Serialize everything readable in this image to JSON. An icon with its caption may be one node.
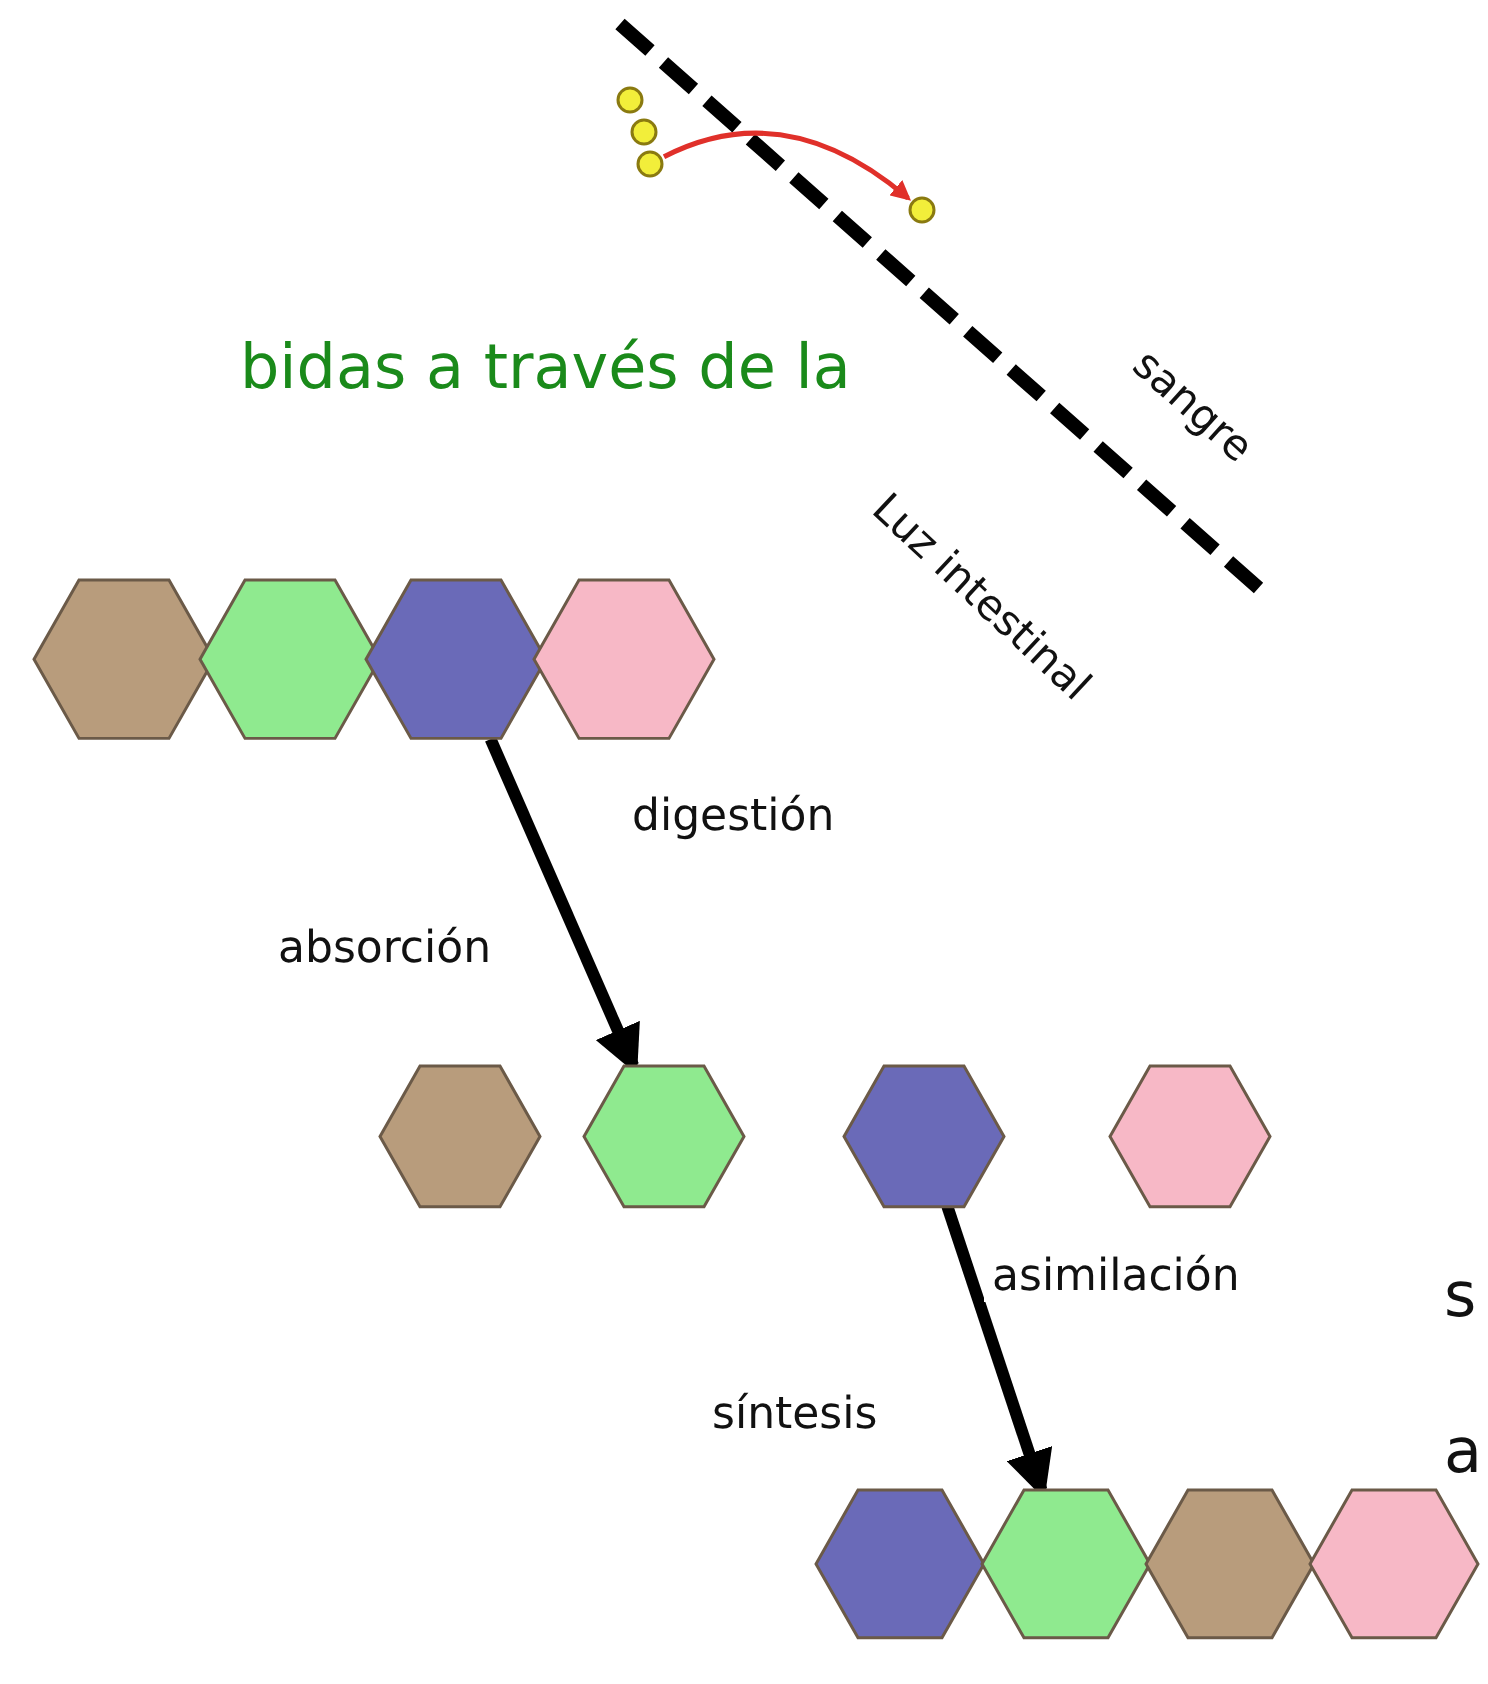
{
  "diagram": {
    "nodes": [
      {
        "text": [],
        "shape": "circle"
      },
      {
        "text": [],
        "shape": "circle"
      },
      {
        "text": [],
        "shape": "circle"
      },
      {
        "text": [],
        "shape": "circle"
      },
      {
        "text": [],
        "shape": "hexagon"
      },
      {
        "text": [],
        "shape": "hexagon"
      },
      {
        "text": [],
        "shape": "hexagon"
      },
      {
        "text": [],
        "shape": "hexagon"
      },
      {
        "text": [],
        "shape": "hexagon"
      },
      {
        "text": [],
        "shape": "hexagon"
      },
      {
        "text": [],
        "shape": "hexagon"
      },
      {
        "text": [],
        "shape": "hexagon"
      },
      {
        "text": [],
        "shape": "hexagon"
      },
      {
        "text": [],
        "shape": "hexagon"
      },
      {
        "text": [],
        "shape": "hexagon"
      },
      {
        "text": [],
        "shape": "hexagon"
      }
    ],
    "edges": [
      {
        "from": 2,
        "to": 3,
        "arrow": "to",
        "color": "#e0302a"
      },
      {
        "from": 6,
        "to": 9,
        "arrow": "to"
      },
      {
        "from": 10,
        "to": 13,
        "arrow": "to"
      }
    ],
    "labels": [
      "bidas a través de la",
      "sangre",
      "Luz intestinal",
      "digestión",
      "absorción",
      "asimilación",
      "s",
      "síntesis",
      "a"
    ]
  }
}
